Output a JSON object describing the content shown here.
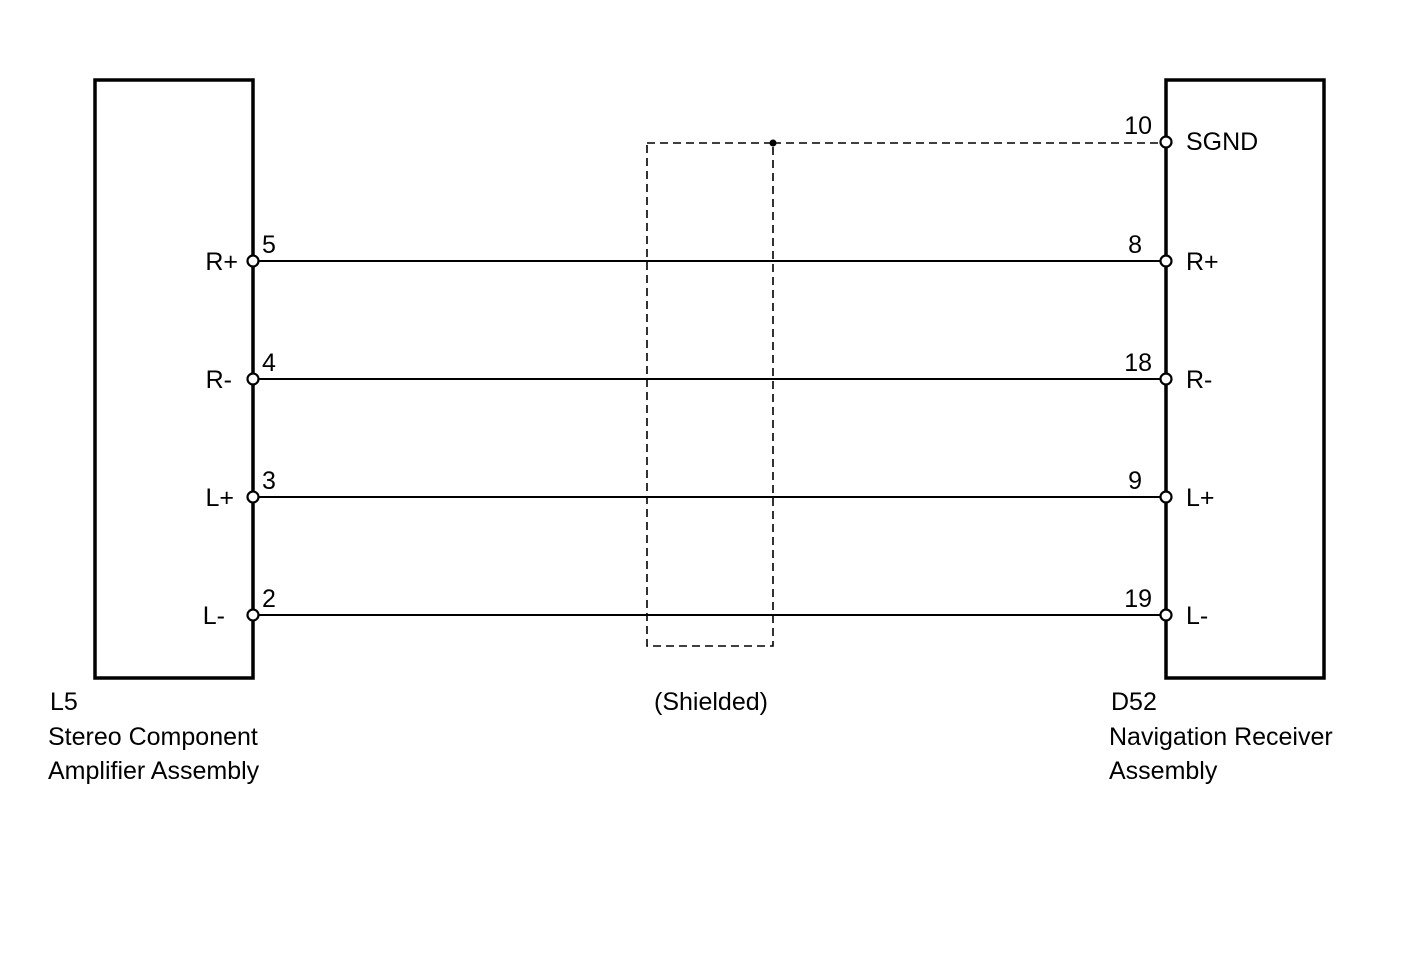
{
  "left_component": {
    "code": "L5",
    "name_line1": "Stereo Component",
    "name_line2": "Amplifier Assembly",
    "pins": [
      {
        "label": "R+",
        "number": "5"
      },
      {
        "label": "R-",
        "number": "4"
      },
      {
        "label": "L+",
        "number": "3"
      },
      {
        "label": "L-",
        "number": "2"
      }
    ]
  },
  "right_component": {
    "code": "D52",
    "name_line1": "Navigation Receiver",
    "name_line2": "Assembly",
    "pins": [
      {
        "label": "SGND",
        "number": "10"
      },
      {
        "label": "R+",
        "number": "8"
      },
      {
        "label": "R-",
        "number": "18"
      },
      {
        "label": "L+",
        "number": "9"
      },
      {
        "label": "L-",
        "number": "19"
      }
    ]
  },
  "shield": {
    "label": "(Shielded)"
  }
}
